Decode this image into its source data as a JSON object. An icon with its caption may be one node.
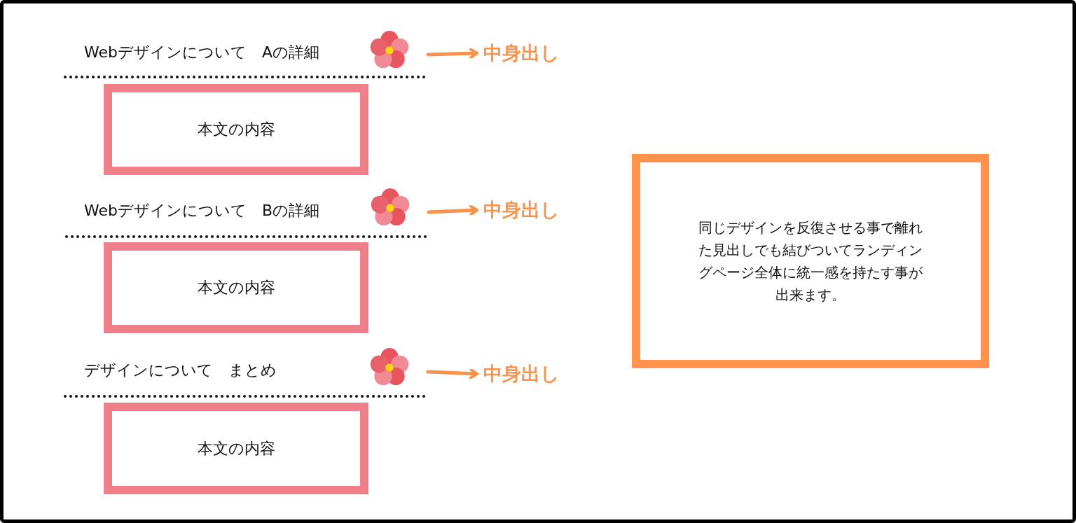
{
  "diagram": {
    "nodes": [
      {
        "text": [
          "Webデザインについて　Aの詳細"
        ]
      },
      {
        "text": [],
        "shape": "flower"
      },
      {
        "text": [
          "中身出し"
        ]
      },
      {
        "text": [
          "本文の内容"
        ]
      },
      {
        "text": [
          "Webデザインについて　Bの詳細"
        ]
      },
      {
        "text": [],
        "shape": "flower"
      },
      {
        "text": [
          "中身出し"
        ]
      },
      {
        "text": [
          "本文の内容"
        ]
      },
      {
        "text": [
          "デザインについて　まとめ"
        ]
      },
      {
        "text": [],
        "shape": "flower"
      },
      {
        "text": [
          "中身出し"
        ]
      },
      {
        "text": [
          "本文の内容"
        ]
      },
      {
        "text": [
          "同じデザインを反復させる事で離れた見出しでも結びついてランディングページ全体に統一感を持たす事が出来ます。"
        ]
      }
    ],
    "edges": [
      {
        "from": 1,
        "to": 2,
        "arrow": "to"
      },
      {
        "from": 5,
        "to": 6,
        "arrow": "to"
      },
      {
        "from": 9,
        "to": 10,
        "arrow": "to"
      }
    ]
  }
}
